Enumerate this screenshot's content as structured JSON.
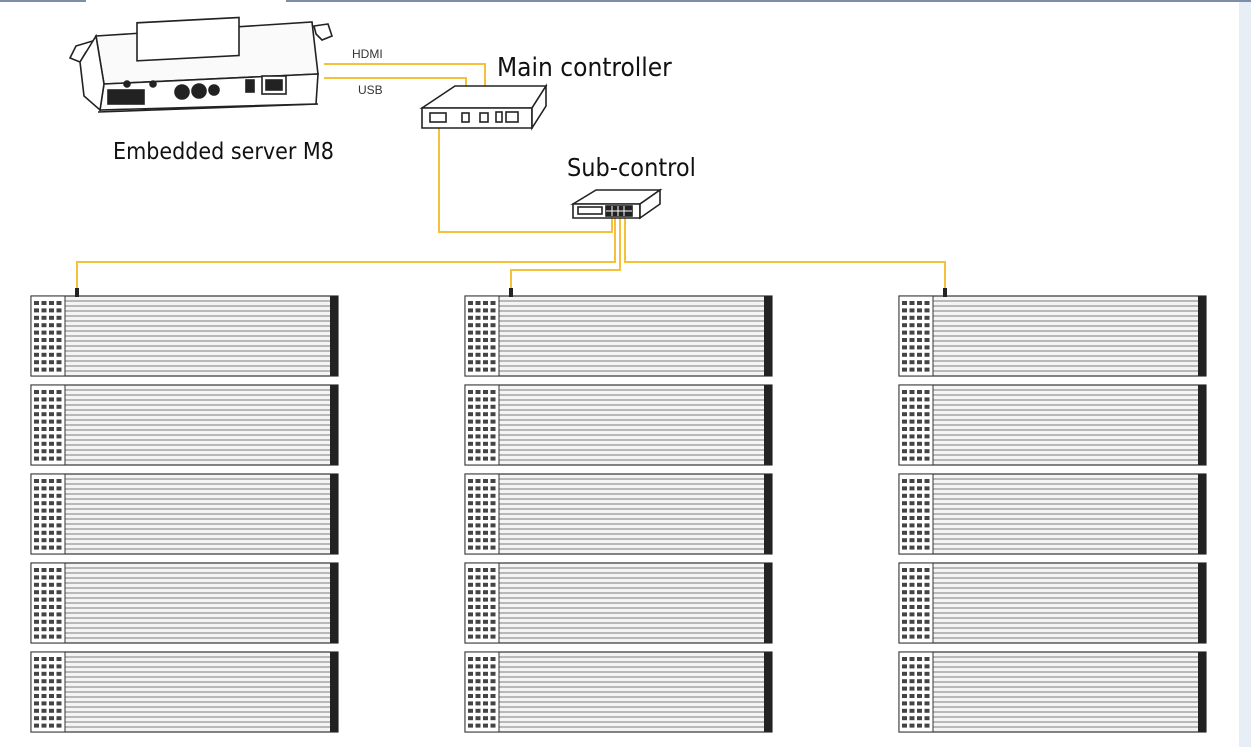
{
  "labels": {
    "server": "Embedded server M8",
    "main_controller": "Main controller",
    "sub_control": "Sub-control",
    "hdmi": "HDMI",
    "usb": "USB"
  },
  "colors": {
    "cable": "#f5c03a",
    "line": "#222222",
    "panel_fill": "#f4f4f4",
    "frame": "#7f8ea8"
  },
  "panels": {
    "columns": 3,
    "rows": 5
  }
}
